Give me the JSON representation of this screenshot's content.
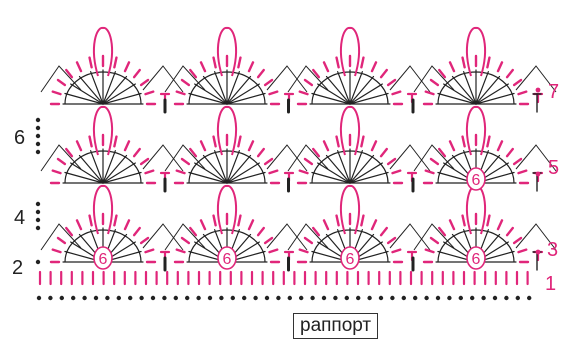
{
  "legend": {
    "rapport_label": "раппорт"
  },
  "row_numbers": {
    "r1": "1",
    "r2": "2",
    "r3": "3",
    "r4": "4",
    "r5": "5",
    "r6": "6",
    "r7": "7"
  },
  "stitch_marks": {
    "shell_center_count": "6"
  },
  "colors": {
    "odd_rows": "#e0267a",
    "even_rows": "#222222",
    "background": "#ffffff"
  },
  "pattern": {
    "shells_per_row": 4,
    "shell_rows": 3,
    "shell_counted_rows": [
      0,
      1
    ]
  }
}
